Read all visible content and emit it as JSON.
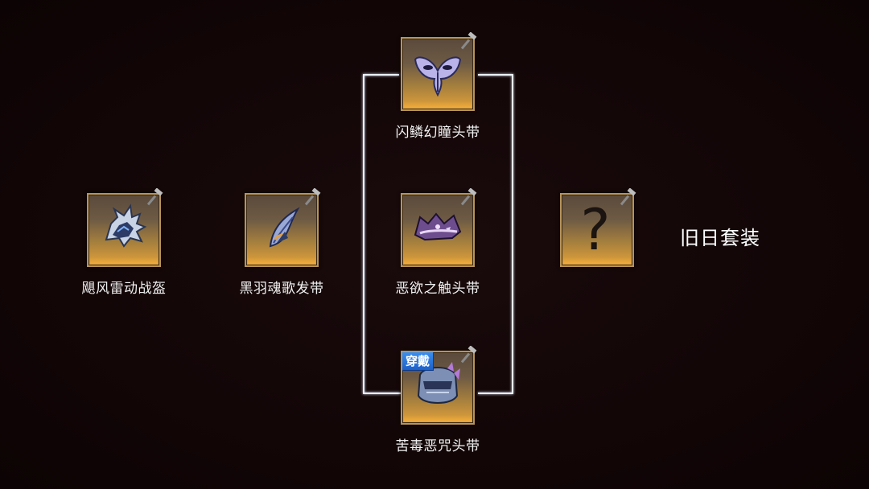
{
  "nodes": {
    "helmet": {
      "name": "飓风雷动战盔",
      "icon": "spiked-helmet-icon"
    },
    "feather": {
      "name": "黑羽魂歌发带",
      "icon": "feather-headband-icon"
    },
    "mask": {
      "name": "闪鳞幻瞳头带",
      "icon": "butterfly-mask-icon"
    },
    "crown": {
      "name": "恶欲之触头带",
      "icon": "purple-crown-icon"
    },
    "visor": {
      "name": "苦毒恶咒头带",
      "icon": "armored-visor-icon",
      "badge": "穿戴"
    },
    "unknown": {
      "name": "?",
      "icon": "question-mark-icon"
    }
  },
  "set_name": "旧日套装",
  "colors": {
    "link": "#eaf0ff",
    "tile_border": "#b8945a",
    "badge": "#2a78e0",
    "background": "#130607"
  }
}
